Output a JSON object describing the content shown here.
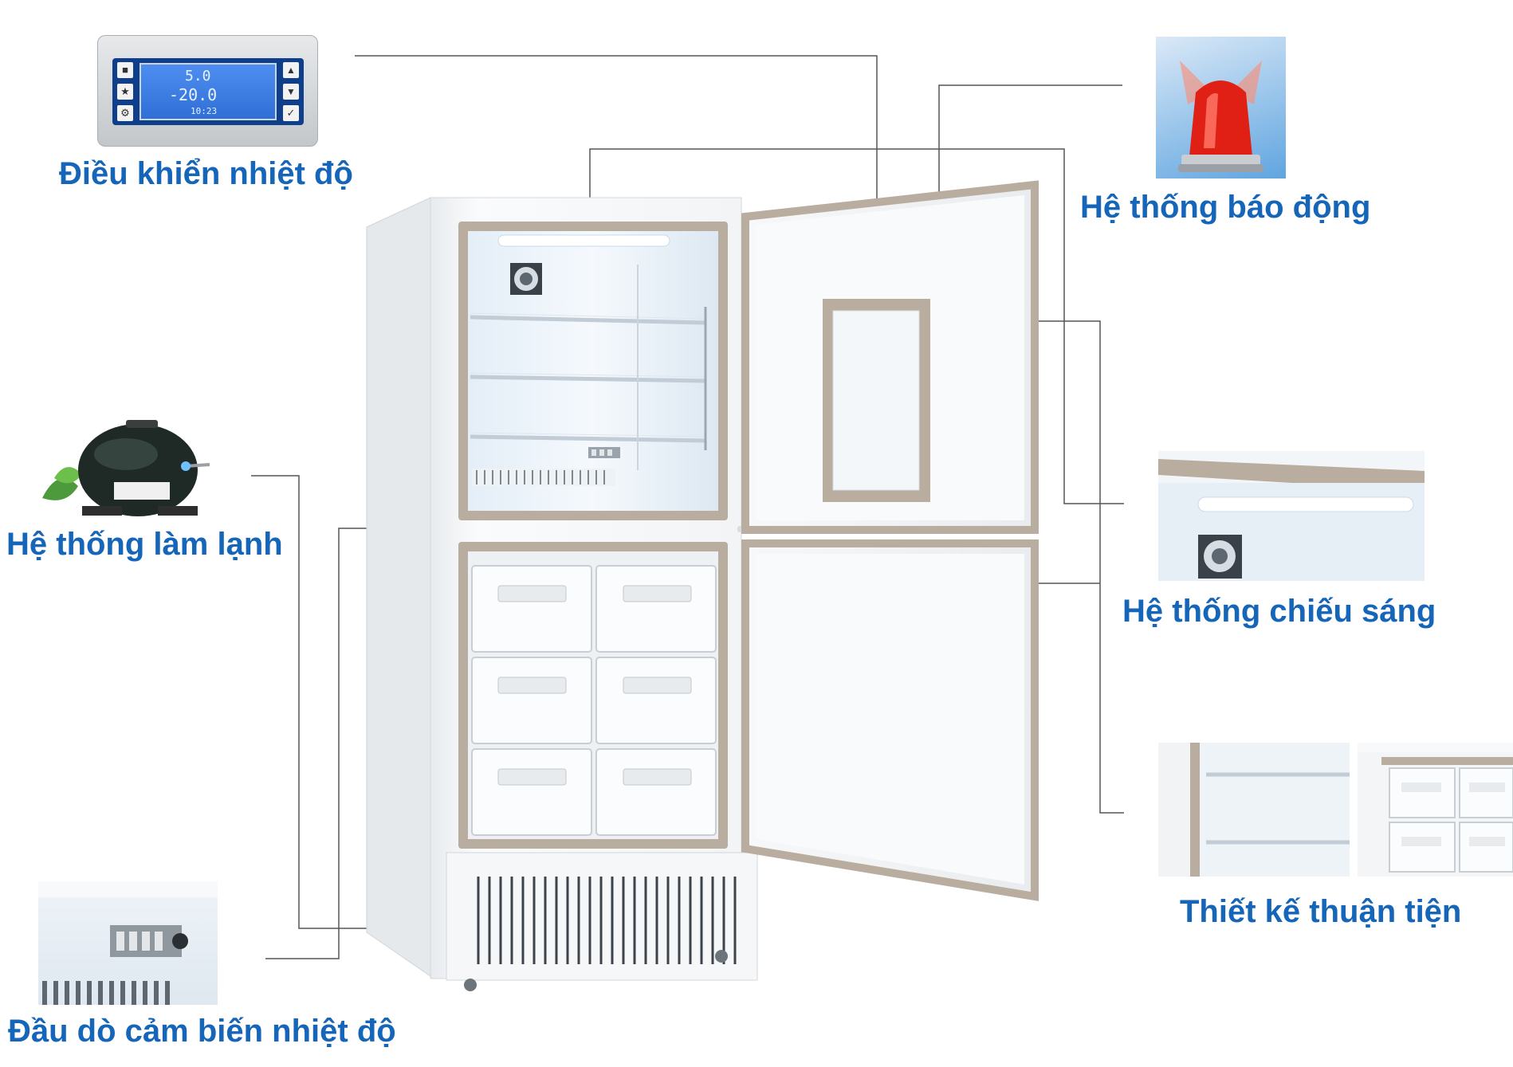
{
  "labels": {
    "temp_control": "Điều khiển nhiệt độ",
    "alarm": "Hệ thống báo động",
    "cooling": "Hệ thống làm lạnh",
    "lighting": "Hệ thống chiếu sáng",
    "design": "Thiết kế thuận tiện",
    "probe": "Đầu dò cảm biến nhiệt độ"
  },
  "controller_display": {
    "line1": "5.0",
    "line2": "-20.0",
    "line3": "10:23"
  },
  "colors": {
    "label_blue": "#1565b8",
    "connector": "#555555",
    "dot": "#1a5fae",
    "alarm_red": "#e02014",
    "lcd_blue": "#2f6fd6"
  },
  "icons": [
    "lock-icon",
    "light-icon",
    "gear-icon",
    "up-arrow-icon",
    "down-arrow-icon",
    "check-icon",
    "alarm-beacon-icon",
    "fan-icon",
    "compressor-icon",
    "sensor-probe-icon"
  ]
}
